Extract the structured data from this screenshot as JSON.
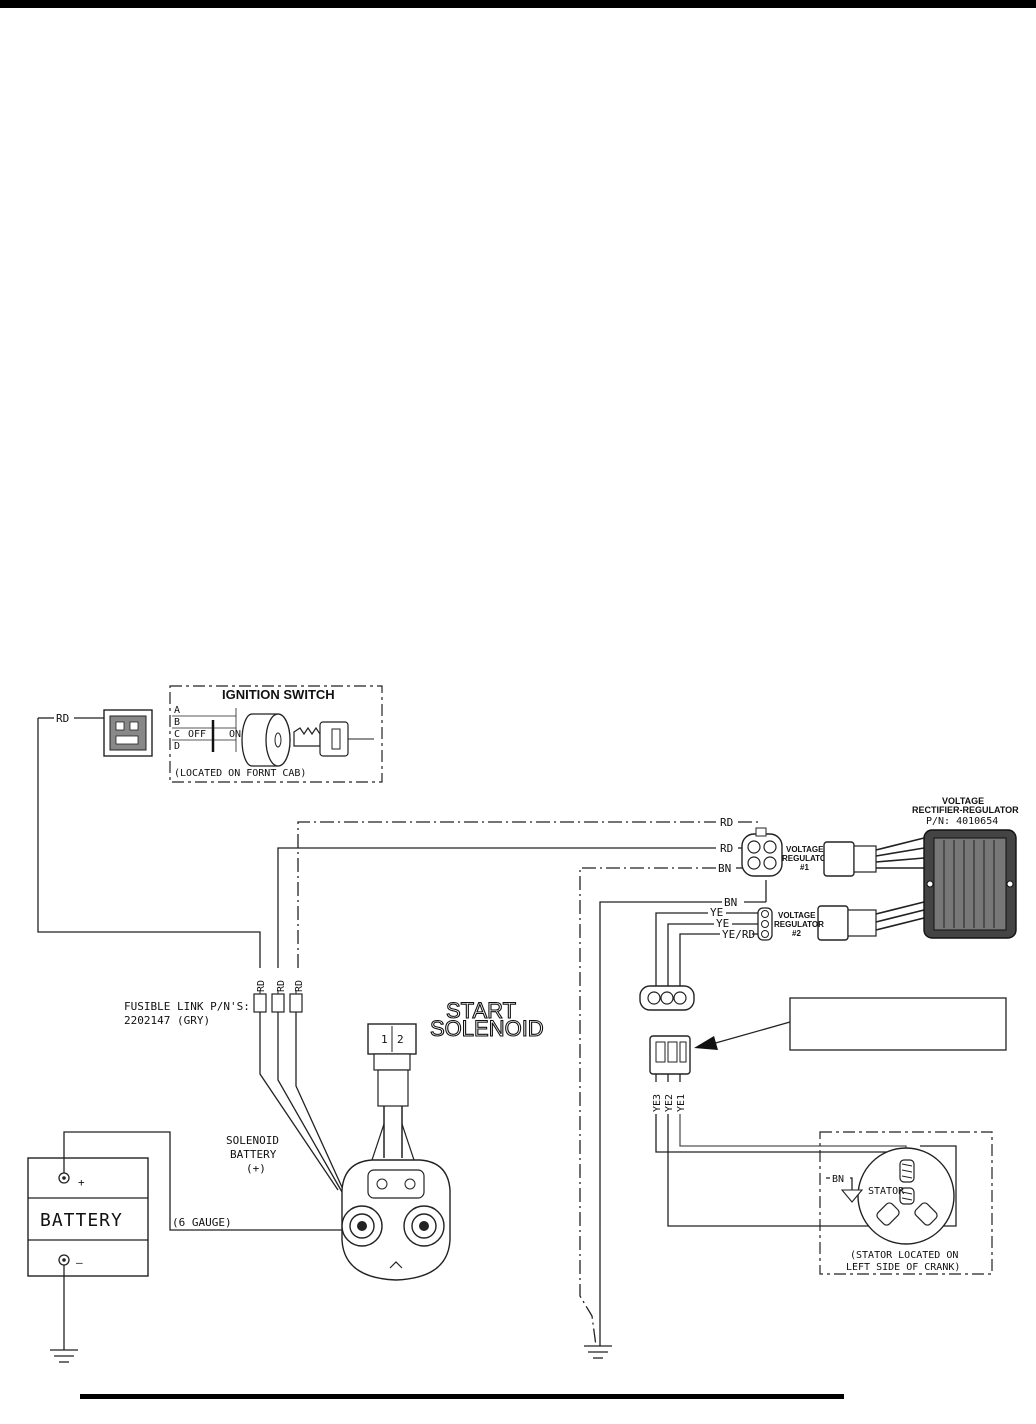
{
  "title": {
    "ignition_switch": "IGNITION SWITCH",
    "start_solenoid_line1": "START",
    "start_solenoid_line2": "SOLENOID"
  },
  "ignition": {
    "positions": [
      "A",
      "B",
      "C",
      "D"
    ],
    "off": "OFF",
    "on": "ON",
    "located": "(LOCATED ON FORNT CAB)"
  },
  "wires": {
    "rd": "RD",
    "bn": "BN",
    "ye": "YE",
    "ye_rd": "YE/RD",
    "ye1": "YE1",
    "ye2": "YE2",
    "ye3": "YE3"
  },
  "fusible": {
    "line1": "FUSIBLE LINK P/N'S:",
    "line2": "2202147 (GRY)"
  },
  "solenoid_battery": {
    "line1": "SOLENOID",
    "line2": "BATTERY",
    "line3": "(+)"
  },
  "solenoid_pins": [
    "1",
    "2"
  ],
  "battery": {
    "label": "BATTERY",
    "plus": "+",
    "minus": "—",
    "gauge": "(6 GAUGE)"
  },
  "regulator": {
    "title_line1": "VOLTAGE",
    "title_line2": "RECTIFIER-REGULATOR",
    "pn": "P/N: 4010654",
    "conn1_line1": "VOLTAGE",
    "conn1_line2": "REGULATOR",
    "conn1_line3": "#1",
    "conn2_line1": "VOLTAGE",
    "conn2_line2": "REGULATOR",
    "conn2_line3": "#2"
  },
  "stator": {
    "label": "STATOR",
    "note_line1": "(STATOR LOCATED ON",
    "note_line2": "LEFT SIDE OF CRANK)"
  },
  "callout_box": {
    "text": ""
  }
}
